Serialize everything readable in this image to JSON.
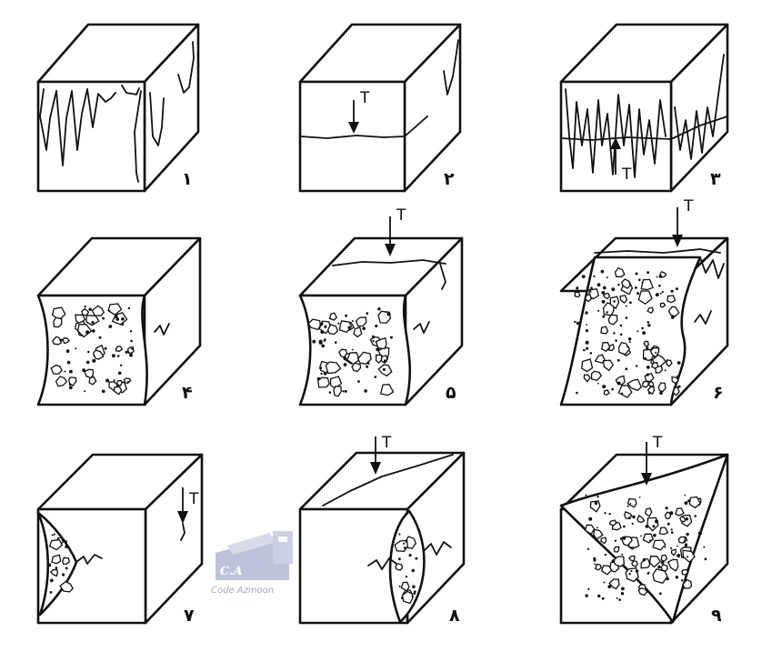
{
  "figure": {
    "load_label": "T",
    "panels": [
      {
        "id": 1,
        "number": "۱",
        "pattern": "vertical-cracks",
        "load": false
      },
      {
        "id": 2,
        "number": "۲",
        "pattern": "horizontal-crack",
        "load": true
      },
      {
        "id": 3,
        "number": "۳",
        "pattern": "zigzag-cracks",
        "load": true
      },
      {
        "id": 4,
        "number": "۴",
        "pattern": "front-spall",
        "load": false
      },
      {
        "id": 5,
        "number": "۵",
        "pattern": "front-spall-top-crack",
        "load": true
      },
      {
        "id": 6,
        "number": "۶",
        "pattern": "front-spall-slanted",
        "load": true
      },
      {
        "id": 7,
        "number": "۷",
        "pattern": "left-edge-spall",
        "load": true
      },
      {
        "id": 8,
        "number": "۸",
        "pattern": "right-face-spall-diagonal",
        "load": true
      },
      {
        "id": 9,
        "number": "۹",
        "pattern": "top-face-shear",
        "load": true
      }
    ]
  },
  "watermark": {
    "mark": "C.A",
    "text": "Code Azmoon",
    "color": "#b8bdd8"
  }
}
